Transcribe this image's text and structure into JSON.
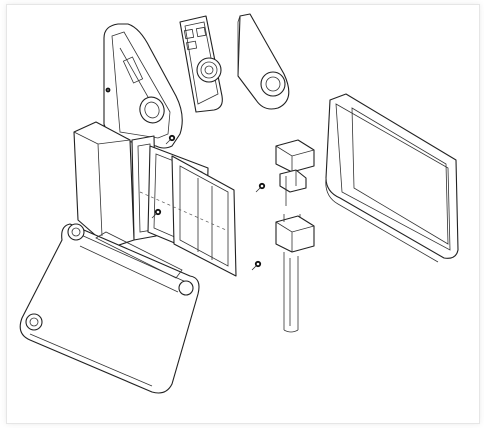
{
  "drawing": {
    "style": "black line-art exploded view",
    "stroke_color": "#222222",
    "background_color": "#ffffff",
    "frame_color": "#e6e6e6"
  },
  "parts": [
    {
      "id": "camera-body-frame"
    },
    {
      "id": "lens-cover-plate"
    },
    {
      "id": "back-cover-plate"
    },
    {
      "id": "screw"
    },
    {
      "id": "circuit-boards"
    },
    {
      "id": "hinge-connectors"
    },
    {
      "id": "lcd-display-panel"
    },
    {
      "id": "flip-cover-body"
    }
  ]
}
